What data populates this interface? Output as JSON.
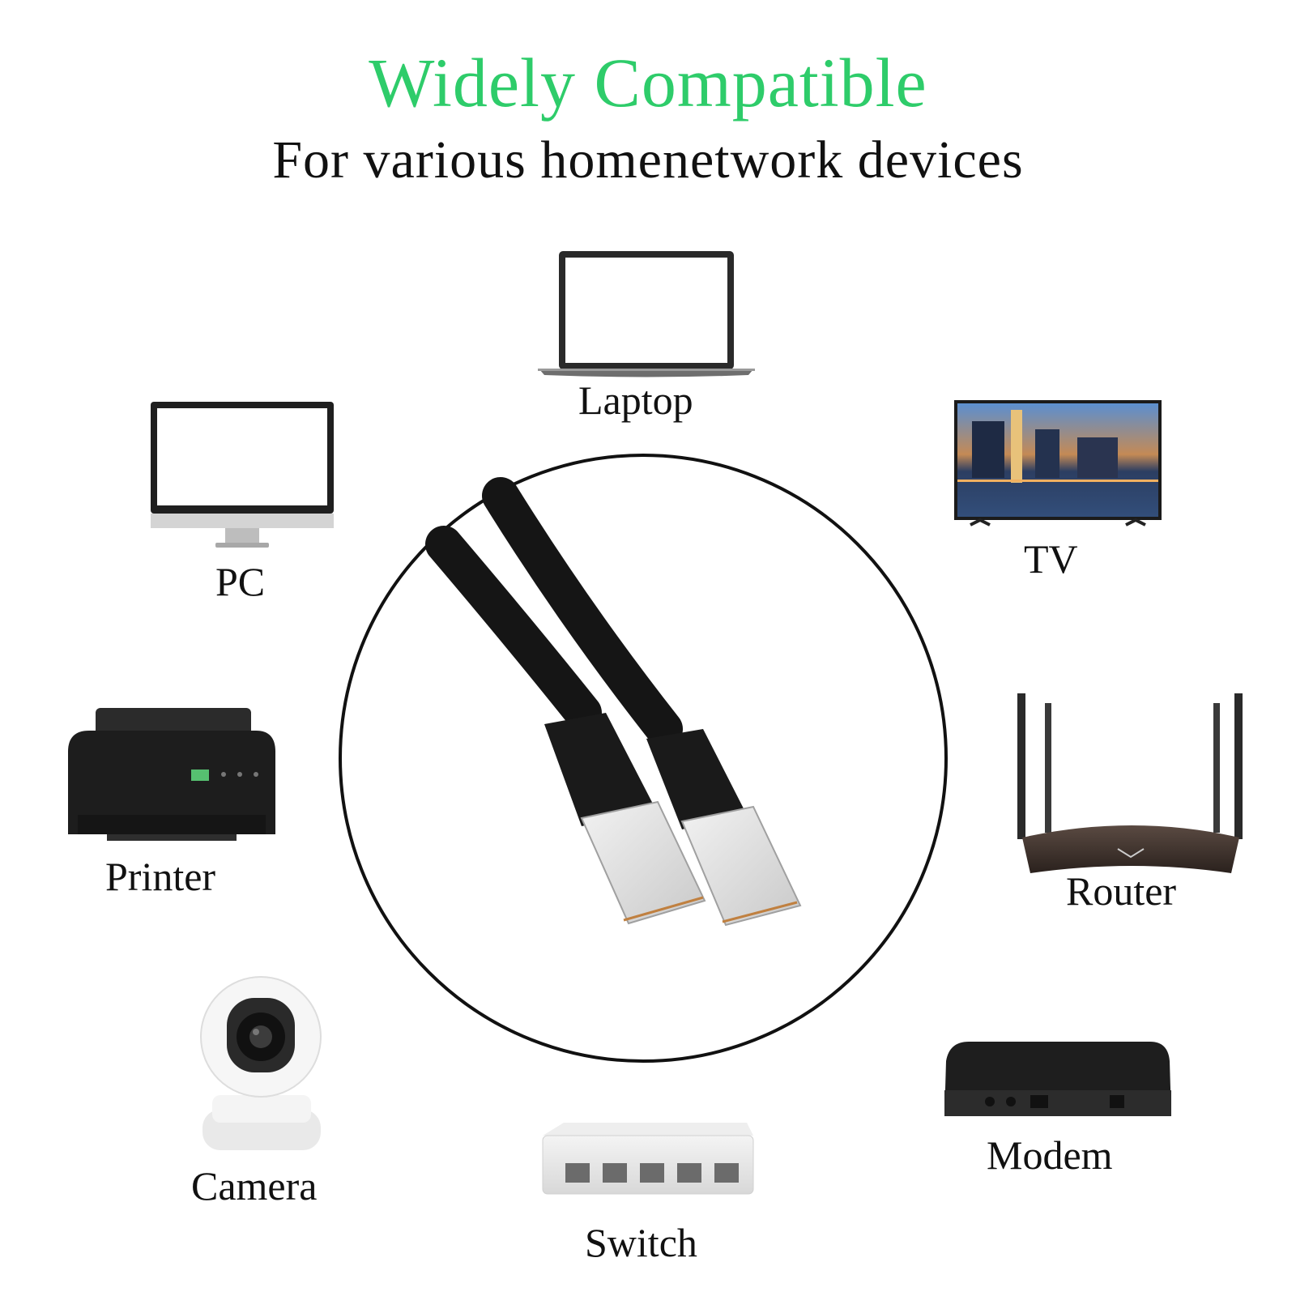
{
  "heading": {
    "title": "Widely Compatible",
    "subtitle": "For various homenetwork devices"
  },
  "devices": {
    "laptop": "Laptop",
    "pc": "PC",
    "tv": "TV",
    "printer": "Printer",
    "router": "Router",
    "camera": "Camera",
    "switch": "Switch",
    "modem": "Modem"
  },
  "colors": {
    "title": "#2ecc6a",
    "text": "#111111",
    "cable": "#151515"
  },
  "icons": [
    "laptop-icon",
    "pc-monitor-icon",
    "tv-icon",
    "printer-icon",
    "router-icon",
    "security-camera-icon",
    "network-switch-icon",
    "modem-icon",
    "ethernet-cable-image"
  ]
}
